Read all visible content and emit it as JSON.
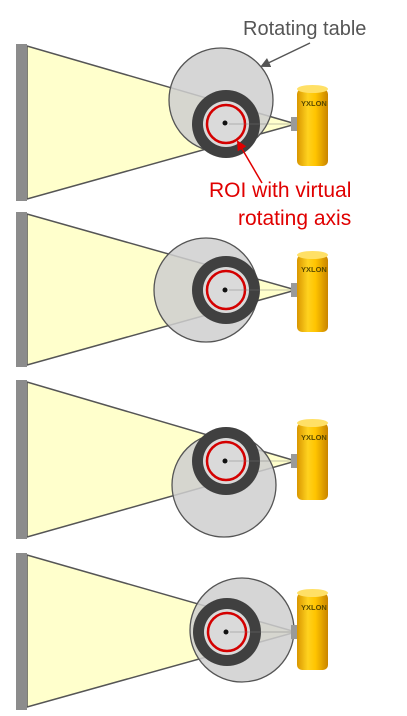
{
  "labels": {
    "rotating_table": "Rotating table",
    "roi_line1": "ROI with virtual",
    "roi_line2": "rotating axis"
  },
  "source_brand": "YXLON",
  "panel_count": 4,
  "colors": {
    "beam": "#ffffcc",
    "detector": "#8c8c8c",
    "table": "#d3d3d3",
    "sample_ring": "#404040",
    "roi": "#d40000",
    "source": "#f7b500",
    "annotation_table": "#555555",
    "annotation_roi": "#e00000"
  }
}
